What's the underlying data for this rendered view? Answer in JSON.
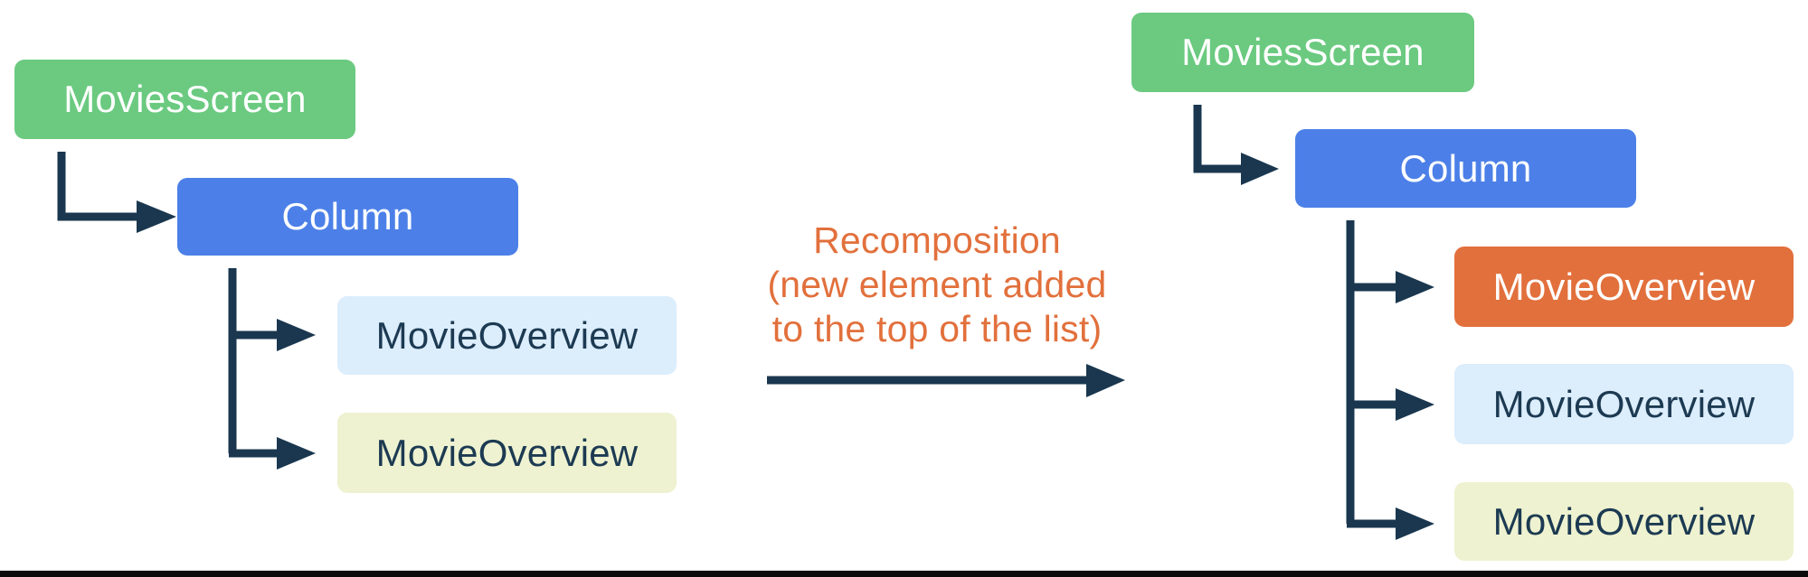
{
  "figure": {
    "title": "Recomposition tree diagram",
    "before_tree": {
      "root": {
        "label": "MoviesScreen"
      },
      "container": {
        "label": "Column"
      },
      "children": [
        {
          "label": "MovieOverview",
          "variant": "light-blue"
        },
        {
          "label": "MovieOverview",
          "variant": "light-yellow"
        }
      ]
    },
    "transition": {
      "line1": "Recomposition",
      "line2": "(new element added",
      "line3": "to the top of the list)"
    },
    "after_tree": {
      "root": {
        "label": "MoviesScreen"
      },
      "container": {
        "label": "Column"
      },
      "children": [
        {
          "label": "MovieOverview",
          "variant": "orange"
        },
        {
          "label": "MovieOverview",
          "variant": "light-blue"
        },
        {
          "label": "MovieOverview",
          "variant": "light-yellow"
        }
      ]
    },
    "colors": {
      "green": "#6BCA80",
      "blue": "#4C80E8",
      "orange": "#E2703C",
      "light_blue": "#DCEDFB",
      "light_yellow": "#EEF2D0",
      "connector": "#1A374F",
      "text_on_color": "#FFFFFF",
      "text_dark": "#1C3A52",
      "accent_text": "#E2703C",
      "bottom_bar": "#0B0B0B"
    }
  }
}
